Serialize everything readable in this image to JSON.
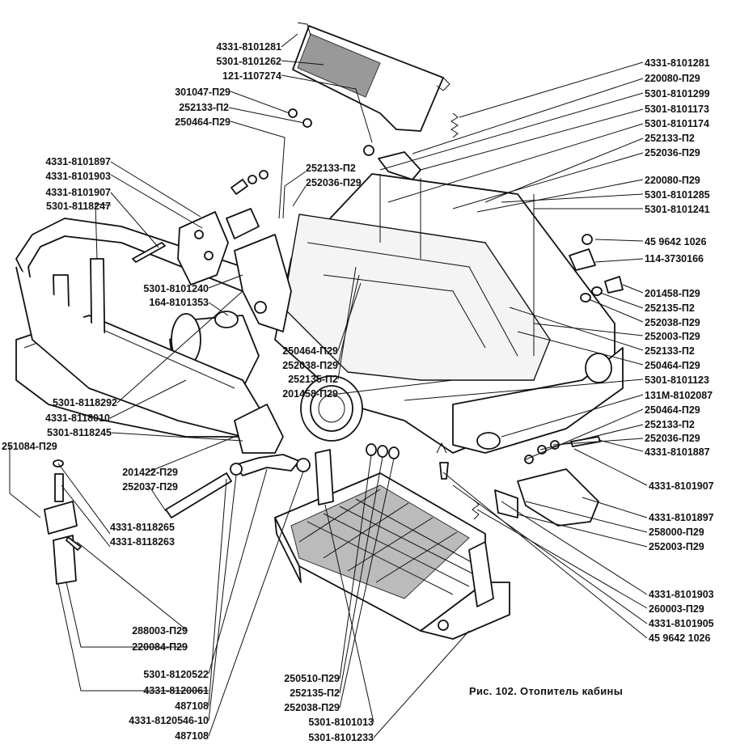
{
  "figure": {
    "caption": "Рис. 102. Отопитель кабины"
  },
  "labels": {
    "l01": "4331-8101281",
    "l02": "5301-8101262",
    "l03": "121-1107274",
    "l04": "301047-П29",
    "l05": "252133-П2",
    "l06": "250464-П29",
    "l07": "4331-8101897",
    "l08": "4331-8101903",
    "l09": "4331-8101907",
    "l10": "5301-8118247",
    "l11": "252133-П2",
    "l12": "252036-П29",
    "l13": "5301-8101240",
    "l14": "164-8101353",
    "l15": "250464-П29",
    "l16": "252038-П29",
    "l17": "252135-П2",
    "l18": "201458-П29",
    "l19": "5301-8118292",
    "l20": "4331-8118010",
    "l21": "5301-8118245",
    "l22": "251084-П29",
    "l23": "201422-П29",
    "l24": "252037-П29",
    "l25": "4331-8118265",
    "l26": "4331-8118263",
    "l27": "288003-П29",
    "l28": "220084-П29",
    "l29": "5301-8120522",
    "l30": "4331-8120061",
    "l31": "487108",
    "l32": "4331-8120546-10",
    "l33": "487108",
    "l34": "250510-П29",
    "l35": "252135-П2",
    "l36": "252038-П29",
    "l37": "5301-8101013",
    "l38": "5301-8101233",
    "r01": "4331-8101281",
    "r02": "220080-П29",
    "r03": "5301-8101299",
    "r04": "5301-8101173",
    "r05": "5301-8101174",
    "r06": "252133-П2",
    "r07": "252036-П29",
    "r08": "220080-П29",
    "r09": "5301-8101285",
    "r10": "5301-8101241",
    "r11": "45 9642 1026",
    "r12": "114-3730166",
    "r13": "201458-П29",
    "r14": "252135-П2",
    "r15": "252038-П29",
    "r16": "252003-П29",
    "r17": "252133-П2",
    "r18": "250464-П29",
    "r19": "5301-8101123",
    "r20": "131М-8102087",
    "r21": "250464-П29",
    "r22": "252133-П2",
    "r23": "252036-П29",
    "r24": "4331-8101887",
    "r25": "4331-8101907",
    "r26": "4331-8101897",
    "r27": "258000-П29",
    "r28": "252003-П29",
    "r29": "4331-8101903",
    "r30": "260003-П29",
    "r31": "4331-8101905",
    "r32": "45 9642 1026"
  }
}
